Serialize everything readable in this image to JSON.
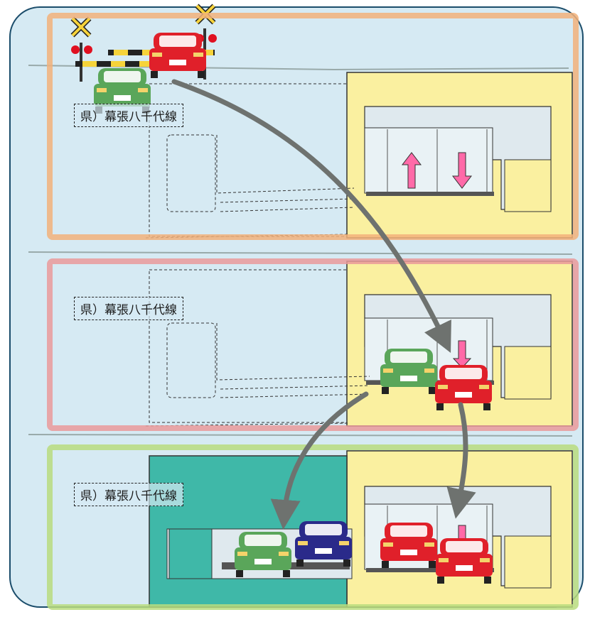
{
  "stages": [
    {
      "id": "stage-1",
      "road_label": "県）幕張八千代線",
      "frame_color": "#f2b27a"
    },
    {
      "id": "stage-2",
      "road_label": "県）幕張八千代線",
      "frame_color": "#ea9a9a"
    },
    {
      "id": "stage-3",
      "road_label": "県）幕張八千代線",
      "frame_color": "#b9dc7e"
    }
  ],
  "colors": {
    "panel_bg": "#d6eaf3",
    "structure_fill": "#faf0a0",
    "new_structure_fill": "#3fb8a8",
    "arrow": "#6e726f",
    "car_green": "#5aa65a",
    "car_red": "#e0202a",
    "car_blue": "#2a2a8a",
    "lane_arrow": "#ff6aa8"
  },
  "icons": {
    "railway_crossing": "railway-crossing-icon",
    "car": "car-icon"
  }
}
